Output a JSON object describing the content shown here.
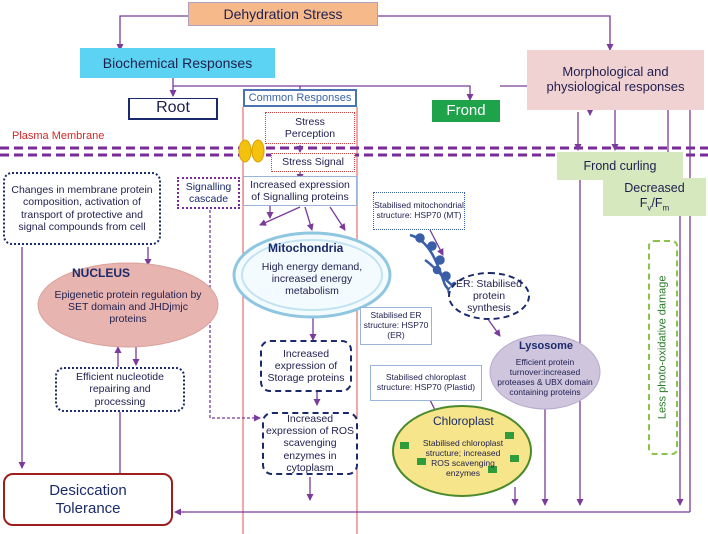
{
  "title": "Dehydration Stress",
  "biochemical": "Biochemical Responses",
  "morpho": "Morphological and physiological responses",
  "root": "Root",
  "common": "Common Responses",
  "frond": "Frond",
  "plasma_membrane": "Plasma Membrane",
  "stress_perception": "Stress Perception",
  "stress_signal": "Stress Signal",
  "signalling_cascade": "Signalling cascade",
  "membrane_changes": "Changes in membrane protein composition, activation of transport of protective and signal compounds from cell",
  "increased_signalling": "Increased expression of Signalling proteins",
  "nucleus_title": "NUCLEUS",
  "nucleus_text": "Epigenetic protein regulation by SET domain and JHDjmjc proteins",
  "nucleotide": "Efficient nucleotide repairing and processing",
  "mito_title": "Mitochondria",
  "mito_text": "High energy demand, increased energy metabolism",
  "mito_struct": "Stabilised mitochondrial structure: HSP70 (MT)",
  "er_text": "ER: Stabilised protein synthesis",
  "er_struct": "Stabilised ER structure: HSP70 (ER)",
  "storage": "Increased expression of Storage proteins",
  "ros_cyto": "Increased expression of ROS scavenging enzymes in cytoplasm",
  "lysosome_title": "Lysosome",
  "lysosome_text": "Efficient protein turnover:increased proteases & UBX domain containing proteins",
  "chloro_struct": "Stabilised chloroplast structure: HSP70 (Plastid)",
  "chloro_title": "Chloroplast",
  "chloro_text": "Stabilised chloroplast structure; increased ROS scavenging enzymes",
  "frond_curling": "Frond curling",
  "decreased": "Decreased",
  "fv_base": "F",
  "fv_sub1": "v",
  "fv_slash": "/F",
  "fv_sub2": "m",
  "photo_damage": "Less photo-oxidative damage",
  "desiccation": "Desiccation Tolerance",
  "colors": {
    "header_fill": "#f5b98a",
    "biochem_fill": "#5cd3f2",
    "morpho_fill": "#f0d2d2",
    "frond_fill": "#1fa34a",
    "arrow": "#7a3b9b",
    "membrane": "#7a2a9a",
    "nucleus_fill": "#e8b4b0",
    "lysosome_fill": "#cfc6de",
    "chloro_fill": "#f6e58a",
    "green_box": "#d5e8be",
    "desiccation_border": "#9c1e1e"
  }
}
